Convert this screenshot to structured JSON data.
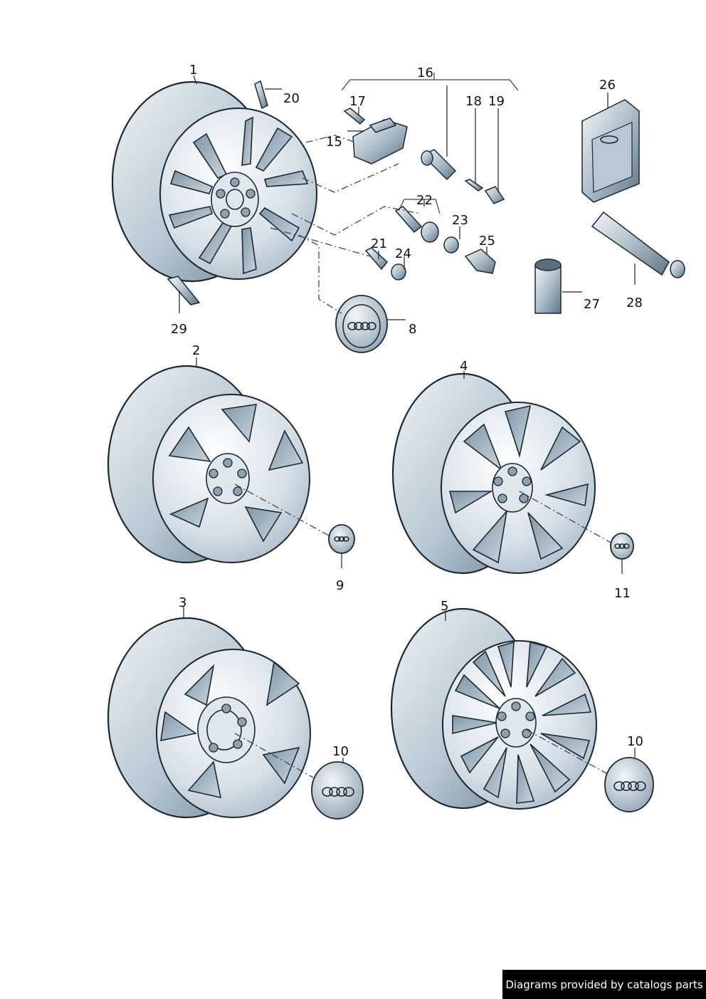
{
  "callouts": {
    "c1": "1",
    "c2": "2",
    "c3": "3",
    "c4": "4",
    "c5": "5",
    "c8": "8",
    "c9": "9",
    "c10a": "10",
    "c10b": "10",
    "c11": "11",
    "c15": "15",
    "c16": "16",
    "c17": "17",
    "c18": "18",
    "c19": "19",
    "c20": "20",
    "c21": "21",
    "c22": "22",
    "c23": "23",
    "c24": "24",
    "c25": "25",
    "c26": "26",
    "c27": "27",
    "c28": "28",
    "c29": "29"
  },
  "credit": "Diagrams provided by catalogs parts",
  "colors": {
    "metal_light": "#eef3f6",
    "metal_mid": "#b8c8d4",
    "metal_dark": "#6f8594",
    "line": "#1d2733",
    "credit_bg": "#000000"
  }
}
